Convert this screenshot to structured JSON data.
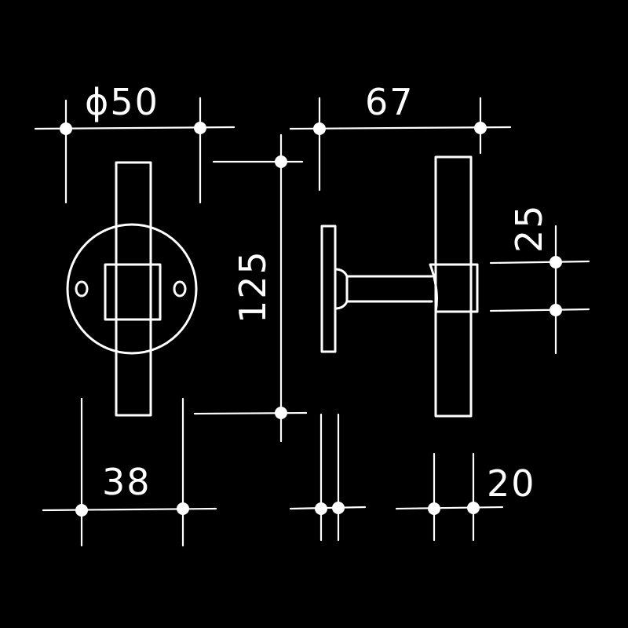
{
  "colors": {
    "background": "#000000",
    "stroke": "#ffffff"
  },
  "dimensions": {
    "rose_diameter": "ϕ50",
    "projection": "67",
    "handle_length": "125",
    "grip_width": "25",
    "bar_width": "38",
    "rose_thickness": "",
    "bar_depth": "20"
  }
}
